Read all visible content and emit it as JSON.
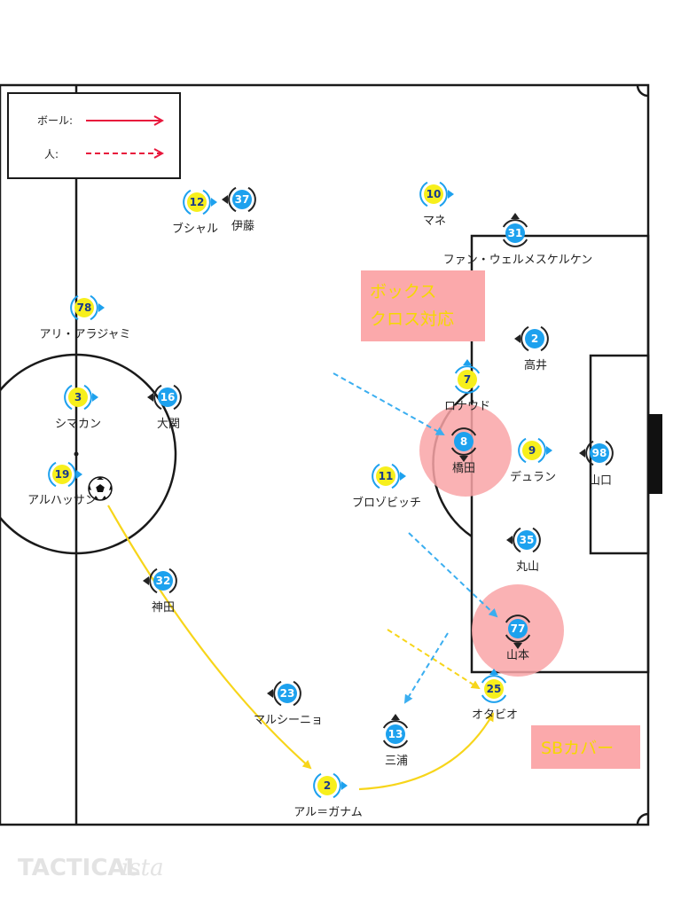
{
  "legend": {
    "ball_label": "ボール:",
    "person_label": "人:"
  },
  "brand": {
    "bold": "TACTICAL",
    "italic": "ista"
  },
  "zones": {
    "box_cross": {
      "line1": "ボックス",
      "line2": "クロス対応"
    },
    "sb_cover": {
      "text": "SBカバー"
    }
  },
  "players": {
    "yellow_12": {
      "number": "12",
      "name": "ブシャル",
      "team": "yellow"
    },
    "blue_37": {
      "number": "37",
      "name": "伊藤",
      "team": "blue"
    },
    "yellow_10": {
      "number": "10",
      "name": "マネ",
      "team": "yellow"
    },
    "blue_31": {
      "number": "31",
      "name": "ファン・ウェルメスケルケン",
      "team": "blue"
    },
    "yellow_78": {
      "number": "78",
      "name": "アリ・アラジャミ",
      "team": "yellow"
    },
    "blue_2": {
      "number": "2",
      "name": "高井",
      "team": "blue"
    },
    "yellow_7": {
      "number": "7",
      "name": "ロナウド",
      "team": "yellow"
    },
    "yellow_3": {
      "number": "3",
      "name": "シマカン",
      "team": "yellow"
    },
    "blue_16": {
      "number": "16",
      "name": "大関",
      "team": "blue"
    },
    "blue_8": {
      "number": "8",
      "name": "橋田",
      "team": "blue"
    },
    "yellow_9": {
      "number": "9",
      "name": "デュラン",
      "team": "yellow"
    },
    "blue_98": {
      "number": "98",
      "name": "山口",
      "team": "blue"
    },
    "yellow_19": {
      "number": "19",
      "name": "アルハッサン",
      "team": "yellow"
    },
    "yellow_11": {
      "number": "11",
      "name": "ブロゾビッチ",
      "team": "yellow"
    },
    "blue_35": {
      "number": "35",
      "name": "丸山",
      "team": "blue"
    },
    "blue_32": {
      "number": "32",
      "name": "神田",
      "team": "blue"
    },
    "blue_77": {
      "number": "77",
      "name": "山本",
      "team": "blue"
    },
    "yellow_25": {
      "number": "25",
      "name": "オタビオ",
      "team": "yellow"
    },
    "blue_23": {
      "number": "23",
      "name": "マルシーニョ",
      "team": "blue"
    },
    "blue_13": {
      "number": "13",
      "name": "三浦",
      "team": "blue"
    },
    "yellow_2": {
      "number": "2",
      "name": "アル＝ガナム",
      "team": "yellow"
    }
  },
  "colors": {
    "yellow_team": "#f7ef1c",
    "blue_team": "#1da1ee",
    "ring_yellow": "#1da1ee",
    "ring_blue": "#222222",
    "ball_arrow": "#f7d51a",
    "person_arrow": "#3aaef0",
    "legend_arrow": "#e8173c",
    "zone_fill": "#fba9ab",
    "zone_text": "#f5d800"
  }
}
